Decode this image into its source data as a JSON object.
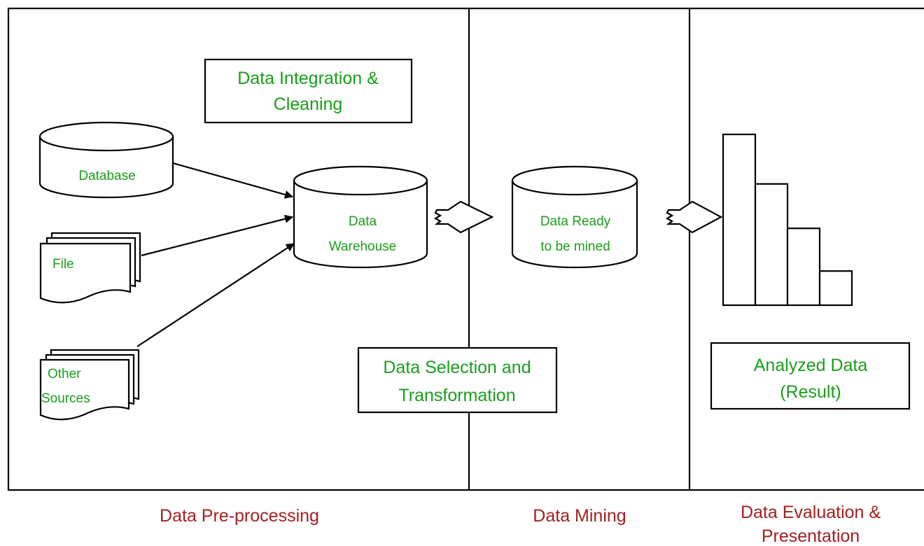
{
  "process_boxes": {
    "integration_line1": "Data Integration &",
    "integration_line2": "Cleaning",
    "selection_line1": "Data Selection and",
    "selection_line2": "Transformation",
    "analyzed_line1": "Analyzed Data",
    "analyzed_line2": "(Result)"
  },
  "sources": {
    "database": "Database",
    "file": "File",
    "other_line1": "Other",
    "other_line2": "Sources"
  },
  "stores": {
    "warehouse_line1": "Data",
    "warehouse_line2": "Warehouse",
    "ready_line1": "Data Ready",
    "ready_line2": "to be mined"
  },
  "stages": {
    "preprocessing": "Data Pre-processing",
    "mining": "Data Mining",
    "evaluation_line1": "Data Evaluation &",
    "evaluation_line2": "Presentation"
  },
  "result_bars": [
    1.0,
    0.71,
    0.45,
    0.2
  ],
  "colors": {
    "label_green": "#1a9e1a",
    "stage_red": "#a32020",
    "stroke": "#000000"
  }
}
